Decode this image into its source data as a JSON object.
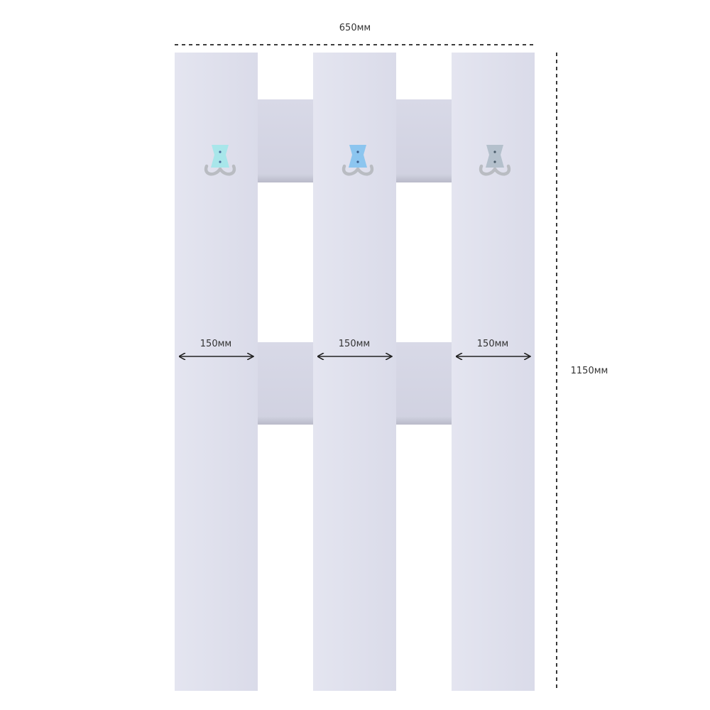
{
  "dimensions": {
    "total_width_label": "650мм",
    "total_height_label": "1150мм",
    "plank_width_label": "150мм"
  },
  "colors": {
    "plank": "#dedfec",
    "plank_edge": "#d2d3e2",
    "crossbar": "#d3d4e3",
    "crossbar_shadow": "#b9bac9",
    "dimension_line": "#222222",
    "hook_metal": "#b9bcc2",
    "hook_base_left": "#a8e6ea",
    "hook_base_center": "#8cc5ef",
    "hook_base_right": "#b4c0cc"
  },
  "planks": [
    {
      "hook_base_color_key": "hook_base_left",
      "hook_icon": "double-coat-hook-icon"
    },
    {
      "hook_base_color_key": "hook_base_center",
      "hook_icon": "double-coat-hook-icon"
    },
    {
      "hook_base_color_key": "hook_base_right",
      "hook_icon": "double-coat-hook-icon"
    }
  ]
}
